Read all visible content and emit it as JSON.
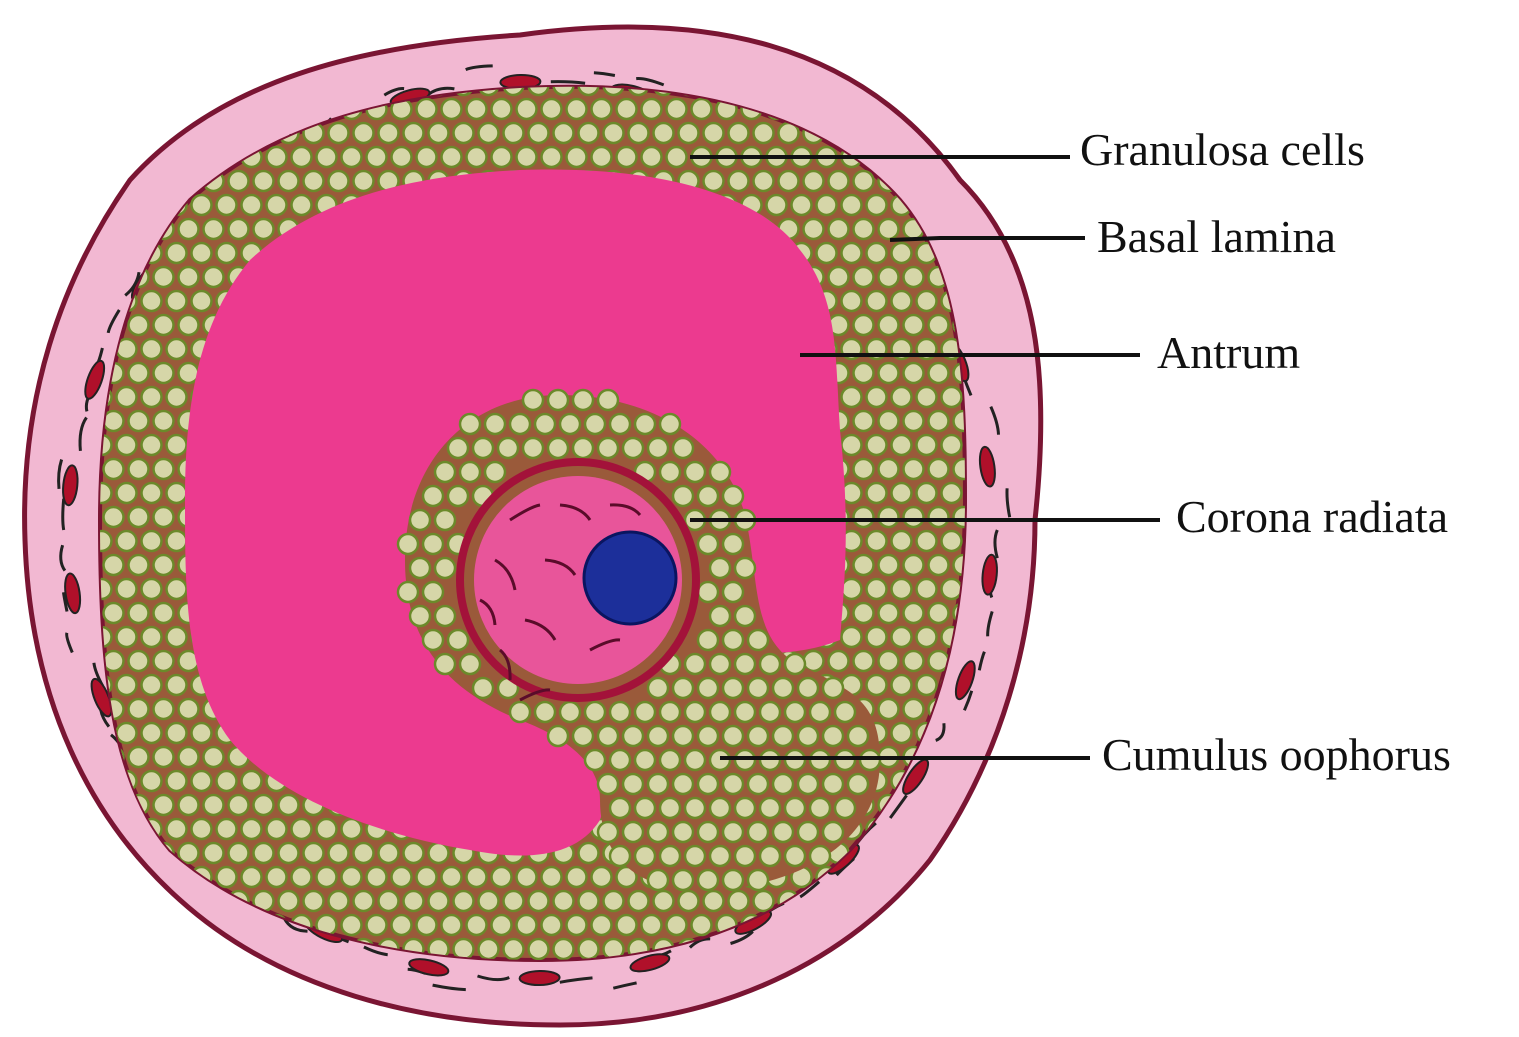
{
  "diagram": {
    "labels": [
      {
        "id": "granulosa",
        "text": "Granulosa cells"
      },
      {
        "id": "basal",
        "text": "Basal lamina"
      },
      {
        "id": "antrum",
        "text": "Antrum"
      },
      {
        "id": "corona",
        "text": "Corona radiata"
      },
      {
        "id": "cumulus",
        "text": "Cumulus oophorus"
      }
    ],
    "colors": {
      "theca": "#f2b8d2",
      "theca_edge": "#7a1533",
      "granulosa_band": "#9a5a3a",
      "cell_fill": "#d6d6a8",
      "cell_ring": "#6b8a2a",
      "antrum": "#ec3a8f",
      "oocyte": "#e8559a",
      "zona": "#a3123a",
      "nucleus": "#1c2f9a",
      "spindle_cell": "#b0102a",
      "fiber": "#222222"
    }
  }
}
